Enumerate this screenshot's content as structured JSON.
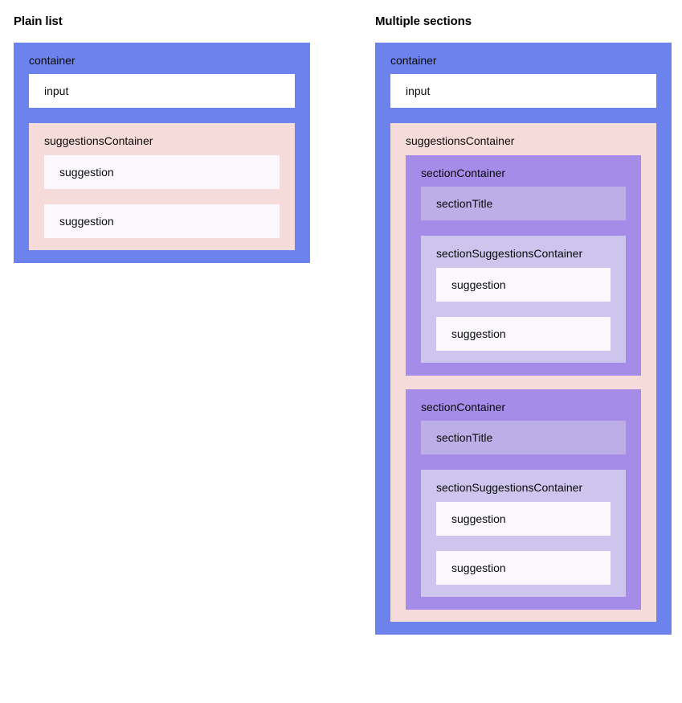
{
  "colors": {
    "container": "#6c82ed",
    "input": "#ffffff",
    "suggestions_container": "#f5dbda",
    "suggestion": "#fbf8fd",
    "section_container": "#a58ce8",
    "section_title": "#bdaee8",
    "section_suggestions_container": "#cec5ee",
    "page_background": "#ffffff",
    "text": "#000000"
  },
  "labels": {
    "container": "container",
    "input": "input",
    "suggestions_container": "suggestionsContainer",
    "suggestion": "suggestion",
    "section_container": "sectionContainer",
    "section_title": "sectionTitle",
    "section_suggestions_container": "sectionSuggestionsContainer"
  },
  "columns": [
    {
      "title": "Plain list",
      "container": {
        "label": "container",
        "input": {
          "label": "input"
        },
        "suggestions_container": {
          "label": "suggestionsContainer",
          "suggestions": [
            {
              "label": "suggestion"
            },
            {
              "label": "suggestion"
            }
          ]
        }
      }
    },
    {
      "title": "Multiple sections",
      "container": {
        "label": "container",
        "input": {
          "label": "input"
        },
        "suggestions_container": {
          "label": "suggestionsContainer",
          "sections": [
            {
              "label": "sectionContainer",
              "section_title": {
                "label": "sectionTitle"
              },
              "section_suggestions_container": {
                "label": "sectionSuggestionsContainer",
                "suggestions": [
                  {
                    "label": "suggestion"
                  },
                  {
                    "label": "suggestion"
                  }
                ]
              }
            },
            {
              "label": "sectionContainer",
              "section_title": {
                "label": "sectionTitle"
              },
              "section_suggestions_container": {
                "label": "sectionSuggestionsContainer",
                "suggestions": [
                  {
                    "label": "suggestion"
                  },
                  {
                    "label": "suggestion"
                  }
                ]
              }
            }
          ]
        }
      }
    }
  ]
}
